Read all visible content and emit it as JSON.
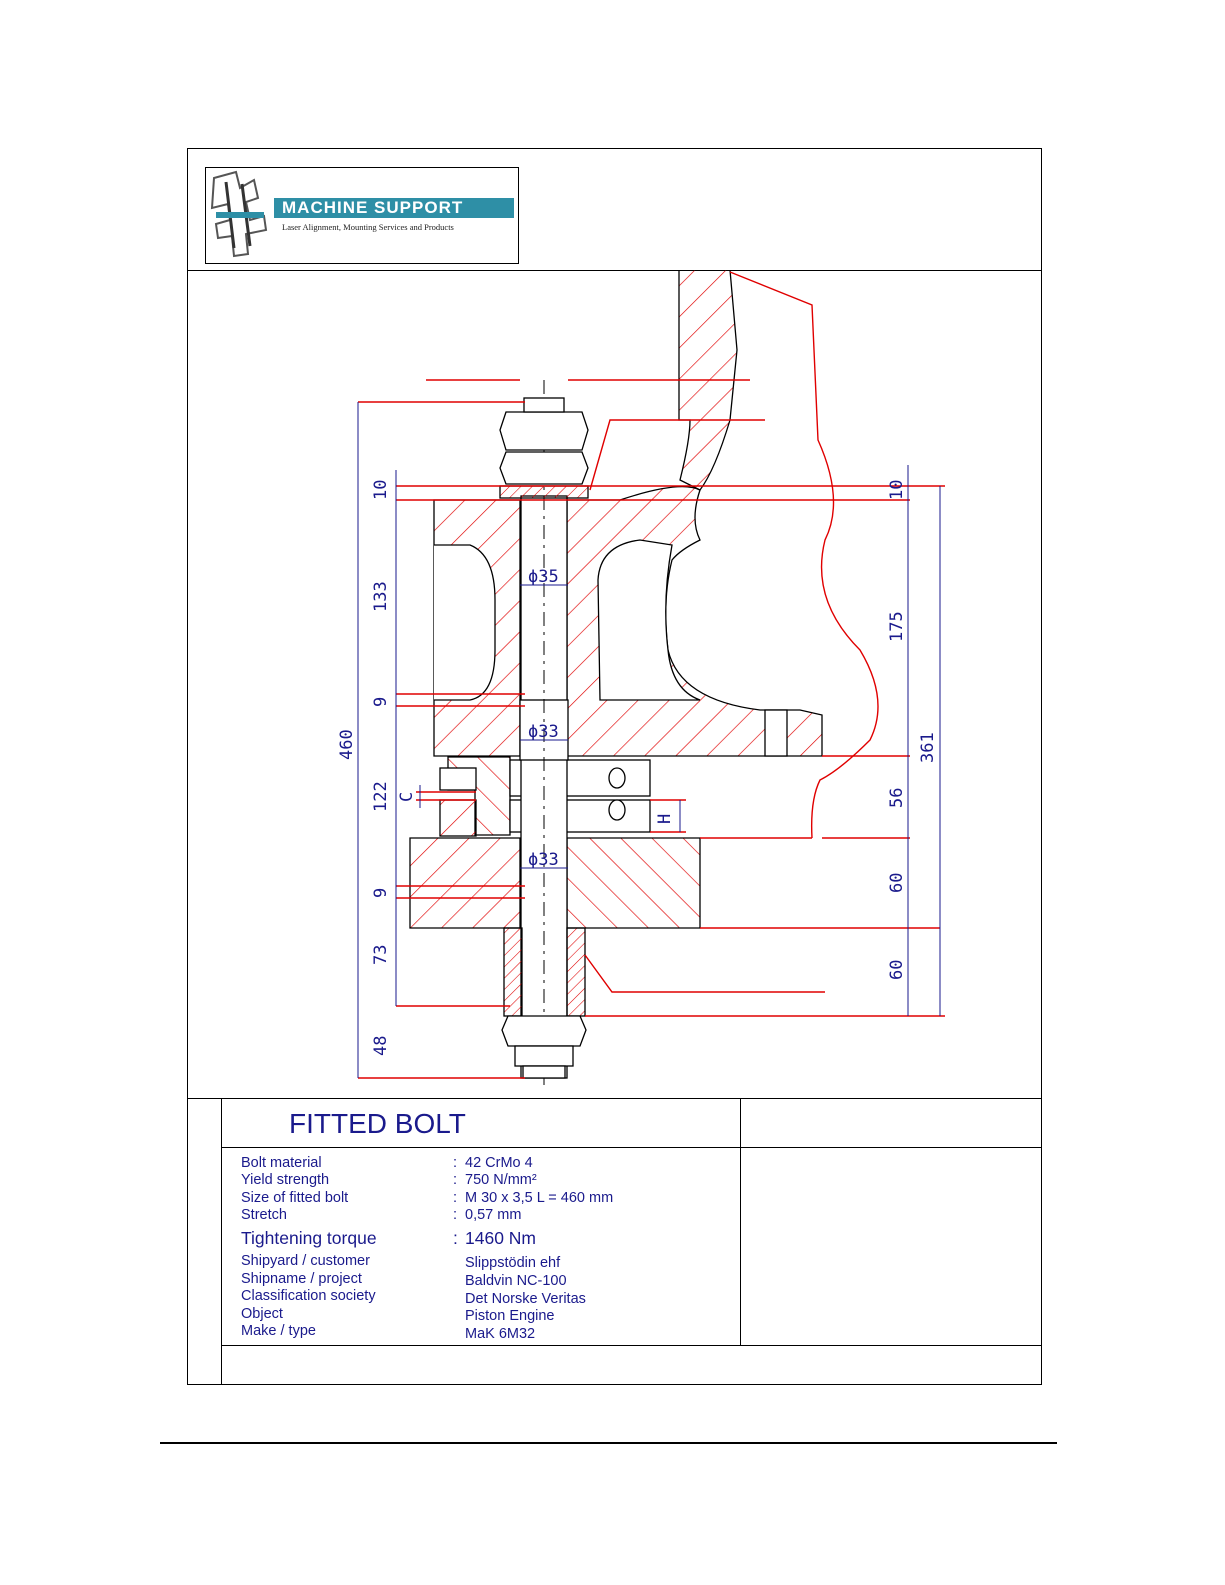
{
  "logo": {
    "title": "MACHINE SUPPORT",
    "subtitle": "Laser Alignment, Mounting Services and Products"
  },
  "dimensions": {
    "left": [
      "10",
      "133",
      "9",
      "460",
      "122",
      "C",
      "9",
      "73",
      "48"
    ],
    "right": [
      "10",
      "175",
      "361",
      "56",
      "60",
      "60"
    ],
    "diameters": [
      "ϕ35",
      "ϕ33",
      "ϕ33"
    ],
    "h_label": "H"
  },
  "title_block": {
    "title": "FITTED BOLT",
    "specs": [
      {
        "label": "Bolt material",
        "sep": ":",
        "value": "42 CrMo 4"
      },
      {
        "label": "Yield strength",
        "sep": ":",
        "value": "750 N/mm²"
      },
      {
        "label": "Size of fitted bolt",
        "sep": ":",
        "value": "M 30 x 3,5  L = 460 mm"
      },
      {
        "label": "Stretch",
        "sep": ":",
        "value": "0,57 mm"
      }
    ],
    "torque": {
      "label": "Tightening torque",
      "sep": ":",
      "value": "1460 Nm"
    },
    "project": [
      {
        "label": "Shipyard / customer",
        "value": "Slippstödin ehf"
      },
      {
        "label": "Shipname / project",
        "value": "Baldvin NC-100"
      },
      {
        "label": "Classification society",
        "value": "Det Norske Veritas"
      },
      {
        "label": "Object",
        "value": "Piston Engine"
      },
      {
        "label": "Make / type",
        "value": "MaK 6M32"
      }
    ]
  },
  "colors": {
    "section": "#e00000",
    "outline": "#000000",
    "text": "#1a1a8c",
    "logo_bar": "#2e8fa6"
  }
}
